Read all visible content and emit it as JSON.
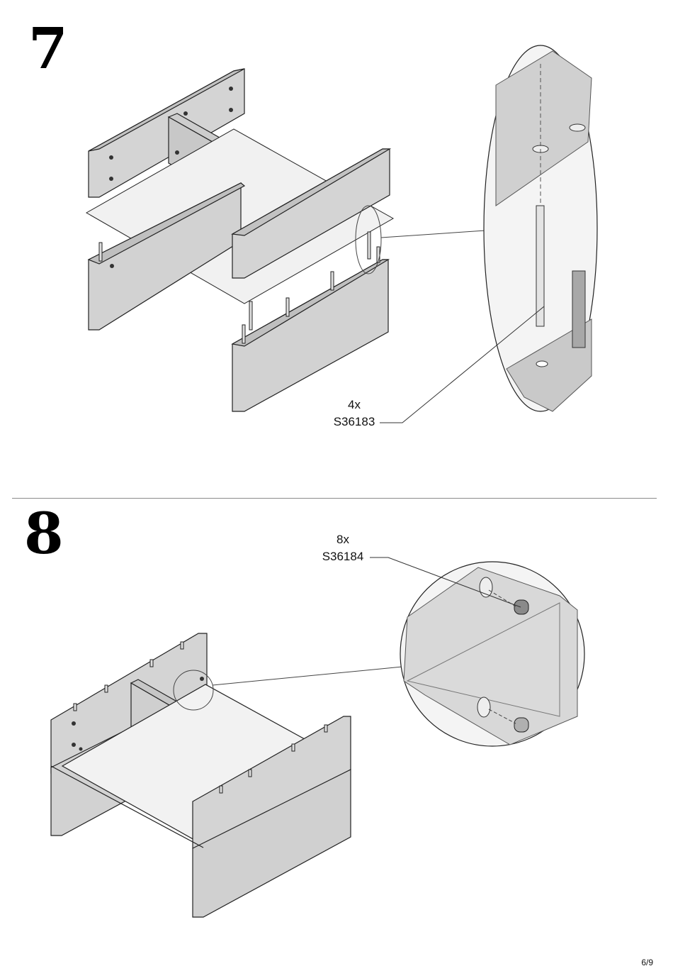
{
  "steps": [
    {
      "number": "7",
      "parts": [
        {
          "quantity": "4x",
          "code": "S36183"
        }
      ]
    },
    {
      "number": "8",
      "parts": [
        {
          "quantity": "8x",
          "code": "S36184"
        }
      ]
    }
  ],
  "page": {
    "number": "6/9"
  },
  "colors": {
    "panel": "#d4d4d4",
    "panel_dark": "#b8b8b8",
    "line": "#222222",
    "glass": "#ececec"
  }
}
